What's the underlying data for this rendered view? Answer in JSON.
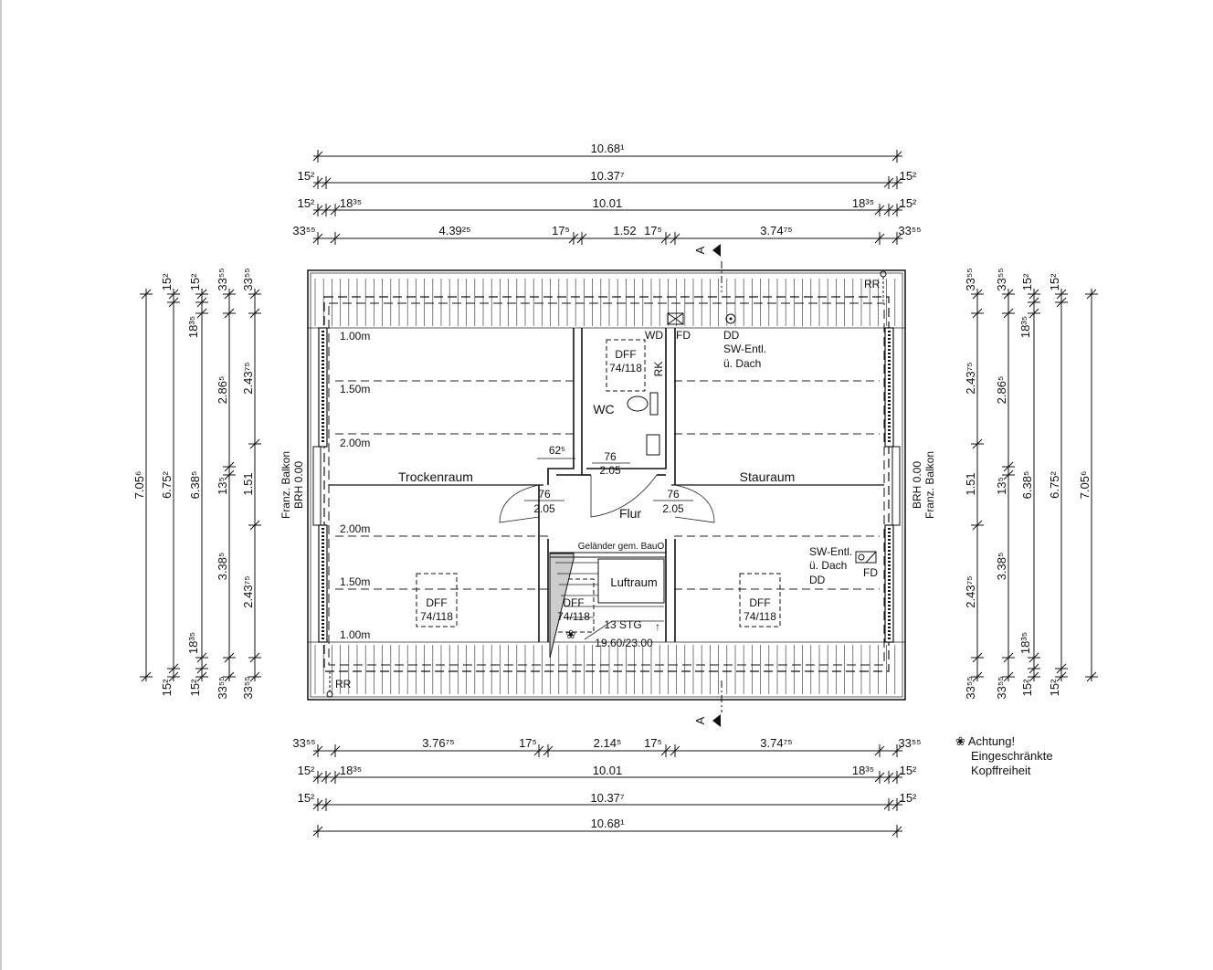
{
  "dims": {
    "top_total": "10.68¹",
    "top_2": [
      "15²",
      "10.37⁷",
      "15²"
    ],
    "top_3": [
      "15²",
      "18³⁵",
      "10.01",
      "18³⁵",
      "15²"
    ],
    "top_4": [
      "33⁵⁵",
      "4.39²⁵",
      "17⁵",
      "1.52",
      "17⁵",
      "3.74⁷⁵",
      "33⁵⁵"
    ],
    "bottom_4": [
      "33⁵⁵",
      "3.76⁷⁵",
      "17⁵",
      "2.14⁵",
      "17⁵",
      "3.74⁷⁵",
      "33⁵⁵"
    ],
    "bottom_3": [
      "15²",
      "18³⁵",
      "10.01",
      "18³⁵",
      "15²"
    ],
    "bottom_2": [
      "15²",
      "10.37⁷",
      "15²"
    ],
    "bottom_total": "10.68¹",
    "left_total": "7.05⁶",
    "left_a": [
      "15²",
      "6.75²",
      "15²"
    ],
    "left_b": [
      "15²",
      "18³⁵",
      "6.38⁵",
      "18³⁵",
      "15²"
    ],
    "left_c": [
      "33⁵⁵",
      "2.86⁵",
      "13⁵",
      "3.38⁵",
      "33⁵⁵"
    ],
    "left_d": [
      "33⁵⁵",
      "2.43⁷⁵",
      "1.51",
      "2.43⁷⁵",
      "33⁵⁵"
    ],
    "right_d": [
      "33⁵⁵",
      "2.43⁷⁵",
      "1.51",
      "2.43⁷⁵",
      "33⁵⁵"
    ],
    "right_c": [
      "33⁵⁵",
      "2.86⁵",
      "13⁵",
      "3.38⁵",
      "33⁵⁵"
    ],
    "right_b": [
      "15²",
      "18³⁵",
      "6.38⁵",
      "18³⁵",
      "15²"
    ],
    "right_a": [
      "15²",
      "6.75²",
      "15²"
    ],
    "right_total": "7.05⁶"
  },
  "rooms": {
    "trockenraum": "Trockenraum",
    "stauraum": "Stauraum",
    "flur": "Flur",
    "wc": "WC",
    "luftraum": "Luftraum"
  },
  "heights": {
    "h100": "1.00m",
    "h150": "1.50m",
    "h200": "2.00m"
  },
  "labels": {
    "dff": "DFF",
    "dff_size": "74/118",
    "wd": "WD",
    "fd": "FD",
    "dd": "DD",
    "sw_entl": "SW-Entl.",
    "ue_dach": "ü. Dach",
    "rk": "RK",
    "rr": "RR",
    "franz_balkon": "Franz. Balkon",
    "brh": "BRH 0.00",
    "door_w": "76",
    "door_h": "2.05",
    "d625": "62⁵",
    "gelaender": "Geländer gem. BauO",
    "stg": "13 STG",
    "stair_ratio": "19.60/23.00",
    "section": "A"
  },
  "note": {
    "symbol": "❀",
    "line1": "Achtung!",
    "line2": "Eingeschränkte",
    "line3": "Kopffreiheit"
  }
}
